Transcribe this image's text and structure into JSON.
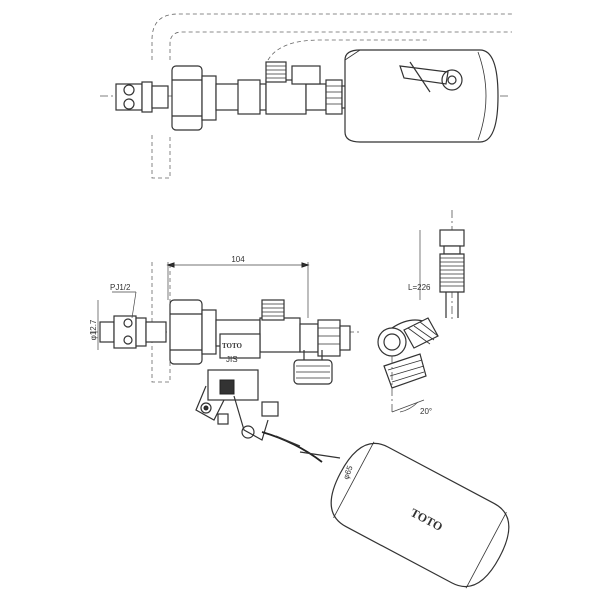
{
  "labels": {
    "pj": "PJ1/2",
    "dia": "φ12.7",
    "width": "104",
    "length": "L=226",
    "float_dia": "φ65",
    "angle": "20°"
  },
  "brand": {
    "float": "TOTO",
    "body": "TOTO",
    "sub_mark": "JIS"
  }
}
